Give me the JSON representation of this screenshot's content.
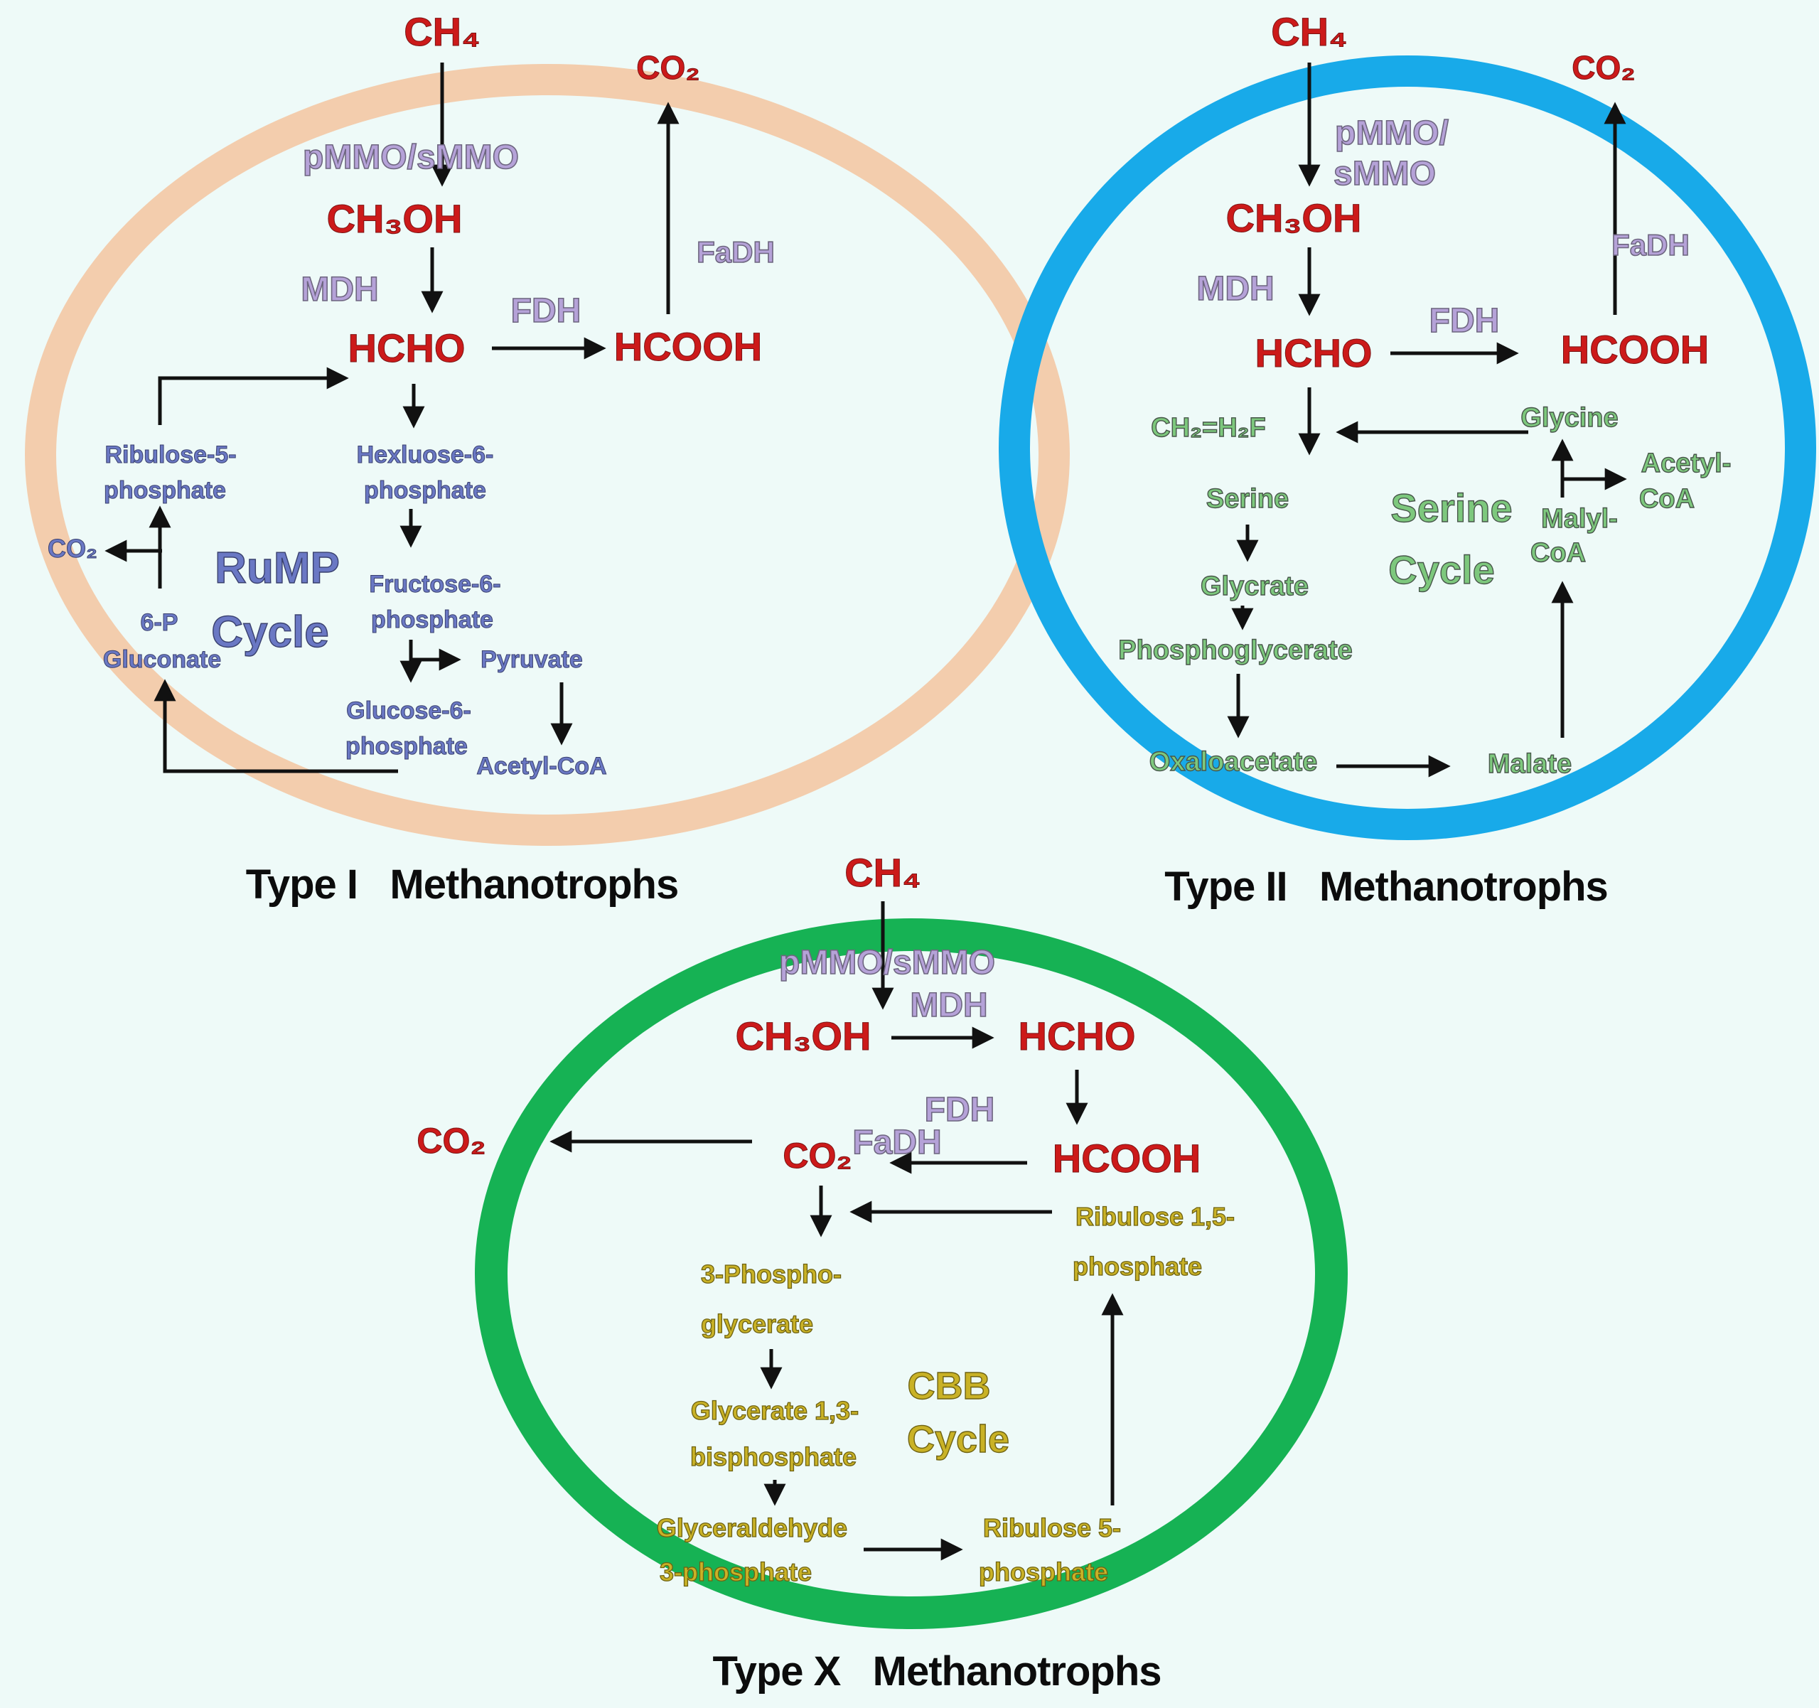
{
  "background_color": "#eefaf8",
  "colors": {
    "type1_ring": "#f3cdad",
    "type2_ring": "#18aae9",
    "typex_ring": "#16b254",
    "compound_red": "#cc1a1a",
    "enzyme_lilac": "#b5a2d8",
    "type1_metabolite_blue": "#6a78c4",
    "type2_metabolite_green": "#7dc87d",
    "typex_metabolite_gold": "#c9b226",
    "arrow_black": "#111111"
  },
  "titles": {
    "type1": "Type I   Methanotrophs",
    "type2": "Type II   Methanotrophs",
    "typex": "Type X   Methanotrophs"
  },
  "t1": {
    "ch4": "CH₄",
    "pmmo": "pMMO/sMMO",
    "ch3oh": "CH₃OH",
    "mdh": "MDH",
    "hcho": "HCHO",
    "fdh": "FDH",
    "hcooh": "HCOOH",
    "co2": "CO₂",
    "fadh": "FaDH",
    "ribulose_l1": "Ribulose-5-",
    "ribulose_l2": "phosphate",
    "hexluose_l1": "Hexluose-6-",
    "hexluose_l2": "phosphate",
    "rump": "RuMP",
    "cycle": "Cycle",
    "co2_release": "CO₂",
    "six_p": "6-P",
    "gluconate": "Gluconate",
    "fructose_l1": "Fructose-6-",
    "fructose_l2": "phosphate",
    "pyruvate": "Pyruvate",
    "glucose_l1": "Glucose-6-",
    "glucose_l2": "phosphate",
    "acetyl_coa": "Acetyl-CoA"
  },
  "t2": {
    "ch4": "CH₄",
    "pmmo_l1": "pMMO/",
    "pmmo_l2": "sMMO",
    "ch3oh": "CH₃OH",
    "mdh": "MDH",
    "hcho": "HCHO",
    "fdh": "FDH",
    "hcooh": "HCOOH",
    "co2": "CO₂",
    "fadh": "FaDH",
    "ch2h2f": "CH₂=H₂F",
    "glycine": "Glycine",
    "serine": "Serine",
    "glycrate": "Glycrate",
    "cycle_l1": "Serine",
    "cycle_l2": "Cycle",
    "malyl_l1": "Malyl-",
    "malyl_l2": "CoA",
    "acetyl_l1": "Acetyl-",
    "acetyl_l2": "CoA",
    "phosphoglycerate": "Phosphoglycerate",
    "oxaloacetate": "Oxaloacetate",
    "malate": "Malate"
  },
  "tx": {
    "ch4": "CH₄",
    "pmmo": "pMMO/sMMO",
    "mdh": "MDH",
    "ch3oh": "CH₃OH",
    "hcho": "HCHO",
    "fdh": "FDH",
    "hcooh": "HCOOH",
    "fadh": "FaDH",
    "co2_inner": "CO₂",
    "co2_outer": "CO₂",
    "ribulose15_l1": "Ribulose 1,5-",
    "ribulose15_l2": "phosphate",
    "phospho3_l1": "3-Phospho-",
    "phospho3_l2": "glycerate",
    "cbb": "CBB",
    "cycle": "Cycle",
    "glycerate13_l1": "Glycerate 1,3-",
    "glycerate13_l2": "bisphosphate",
    "glyceraldehyde_l1": "Glyceraldehyde",
    "glyceraldehyde_l2": "3-phosphate",
    "ribulose5_l1": "Ribulose 5-",
    "ribulose5_l2": "phosphate"
  }
}
